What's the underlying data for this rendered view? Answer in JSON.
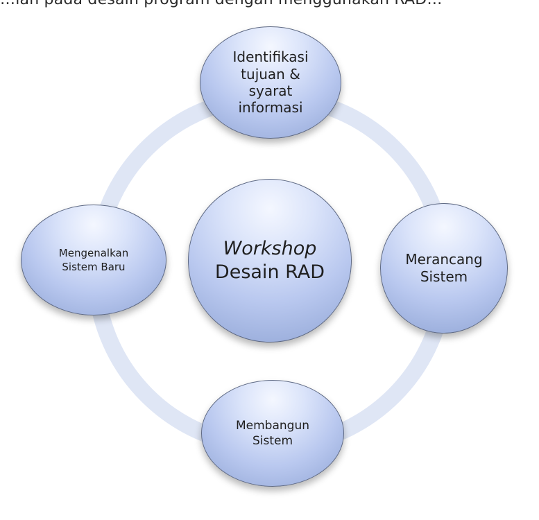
{
  "caption": "…lah pada desain program dengan menggunakan RAD…",
  "diagram": {
    "center": {
      "line1": "Workshop",
      "line2": "Desain RAD"
    },
    "top": {
      "line1": "Identifikasi",
      "line2": "tujuan &",
      "line3": "syarat",
      "line4": "informasi"
    },
    "right": {
      "line1": "Merancang",
      "line2": "Sistem"
    },
    "bottom": {
      "line1": "Membangun",
      "line2": "Sistem"
    },
    "left": {
      "line1": "Mengenalkan",
      "line2": "Sistem Baru"
    }
  },
  "colors": {
    "ring": "#dfe6f5",
    "node_fill": "#b9c8ef",
    "node_border": "#5f6a84"
  }
}
